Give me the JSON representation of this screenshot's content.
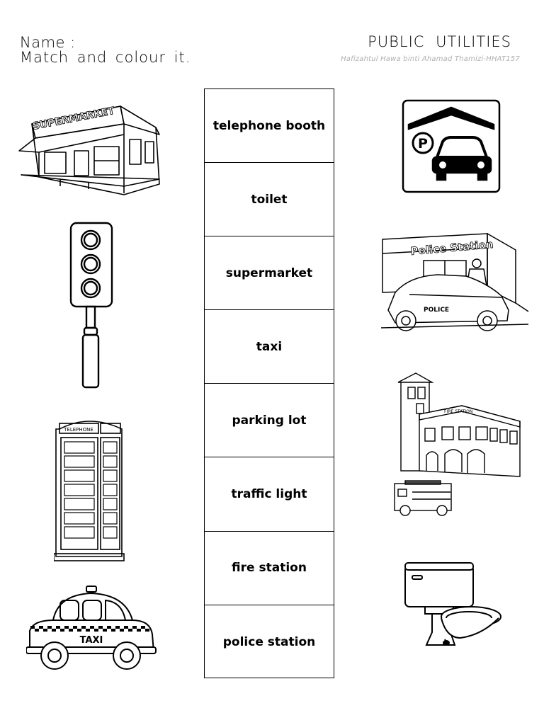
{
  "header": {
    "name_label": "Name :",
    "instruction": "Match and colour it.",
    "title": "PUBLIC UTILITIES",
    "credit": "Hafizahtul Hawa binti Ahamad Thamizi-HHAT157"
  },
  "words": [
    "telephone booth",
    "toilet",
    "supermarket",
    "taxi",
    "parking lot",
    "traffic light",
    "fire station",
    "police station"
  ],
  "left_pictures": [
    "supermarket",
    "traffic-light",
    "telephone-booth",
    "taxi"
  ],
  "right_pictures": [
    "parking-lot",
    "police-station",
    "fire-station",
    "toilet"
  ],
  "signs": {
    "supermarket": "SUPERMARKET",
    "police": "Police Station",
    "police_car": "POLICE",
    "fire": "FIRE STATION",
    "phone": "TELEPHONE",
    "taxi": "TAXI",
    "parking": "P"
  }
}
